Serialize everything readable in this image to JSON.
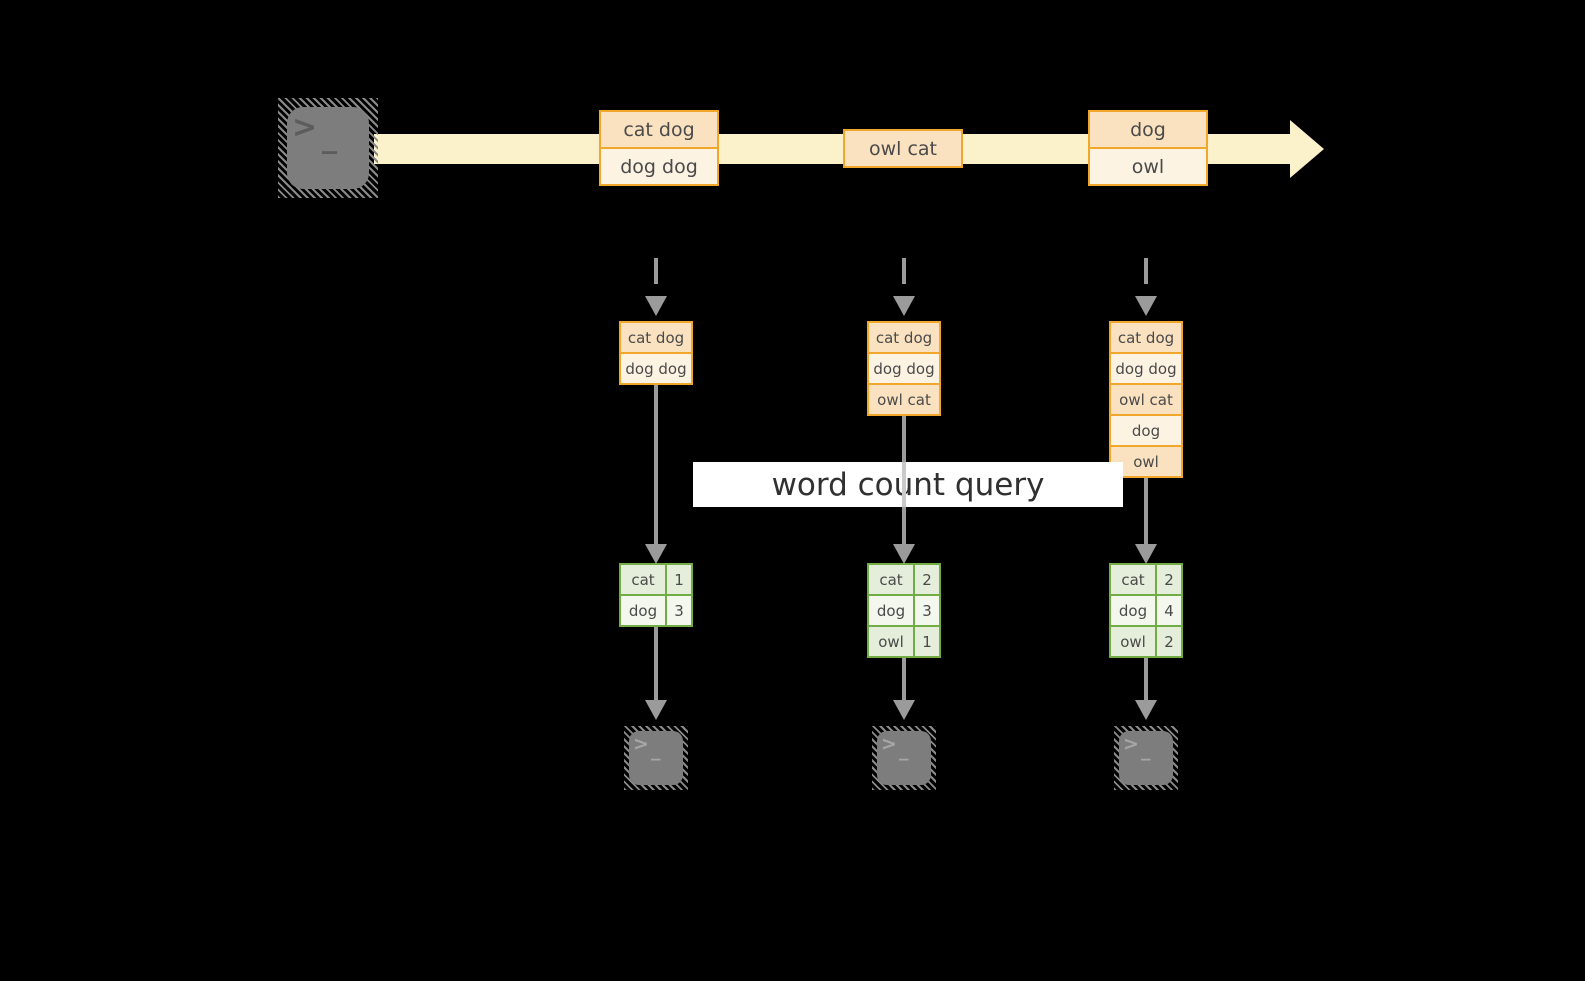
{
  "banner": {
    "label": "word count query"
  },
  "events": [
    {
      "lines": [
        "cat dog",
        "dog dog"
      ]
    },
    {
      "lines": [
        "owl cat"
      ]
    },
    {
      "lines": [
        "dog",
        "owl"
      ]
    }
  ],
  "columns": [
    {
      "state": [
        "cat dog",
        "dog dog"
      ],
      "counts": [
        {
          "word": "cat",
          "count": "1"
        },
        {
          "word": "dog",
          "count": "3"
        }
      ]
    },
    {
      "state": [
        "cat dog",
        "dog dog",
        "owl cat"
      ],
      "counts": [
        {
          "word": "cat",
          "count": "2"
        },
        {
          "word": "dog",
          "count": "3"
        },
        {
          "word": "owl",
          "count": "1"
        }
      ]
    },
    {
      "state": [
        "cat dog",
        "dog dog",
        "owl cat",
        "dog",
        "owl"
      ],
      "counts": [
        {
          "word": "cat",
          "count": "2"
        },
        {
          "word": "dog",
          "count": "4"
        },
        {
          "word": "owl",
          "count": "2"
        }
      ]
    }
  ],
  "icons": {
    "terminal_prompt": ">",
    "terminal_cursor": "_"
  },
  "colors": {
    "background": "#000000",
    "stream_band": "#FBF1CA",
    "box_border": "#F0A72B",
    "box_fill_peach": "#FAE1BF",
    "box_fill_cream": "#FDF3E3",
    "table_border": "#72AC44",
    "table_fill_green": "#E4EEDA",
    "table_fill_light": "#F3F7ED",
    "arrow_gray": "#9B9B9B",
    "terminal_gray": "#7D7D7D",
    "banner_bg": "#FFFFFF",
    "banner_text": "#303030"
  }
}
